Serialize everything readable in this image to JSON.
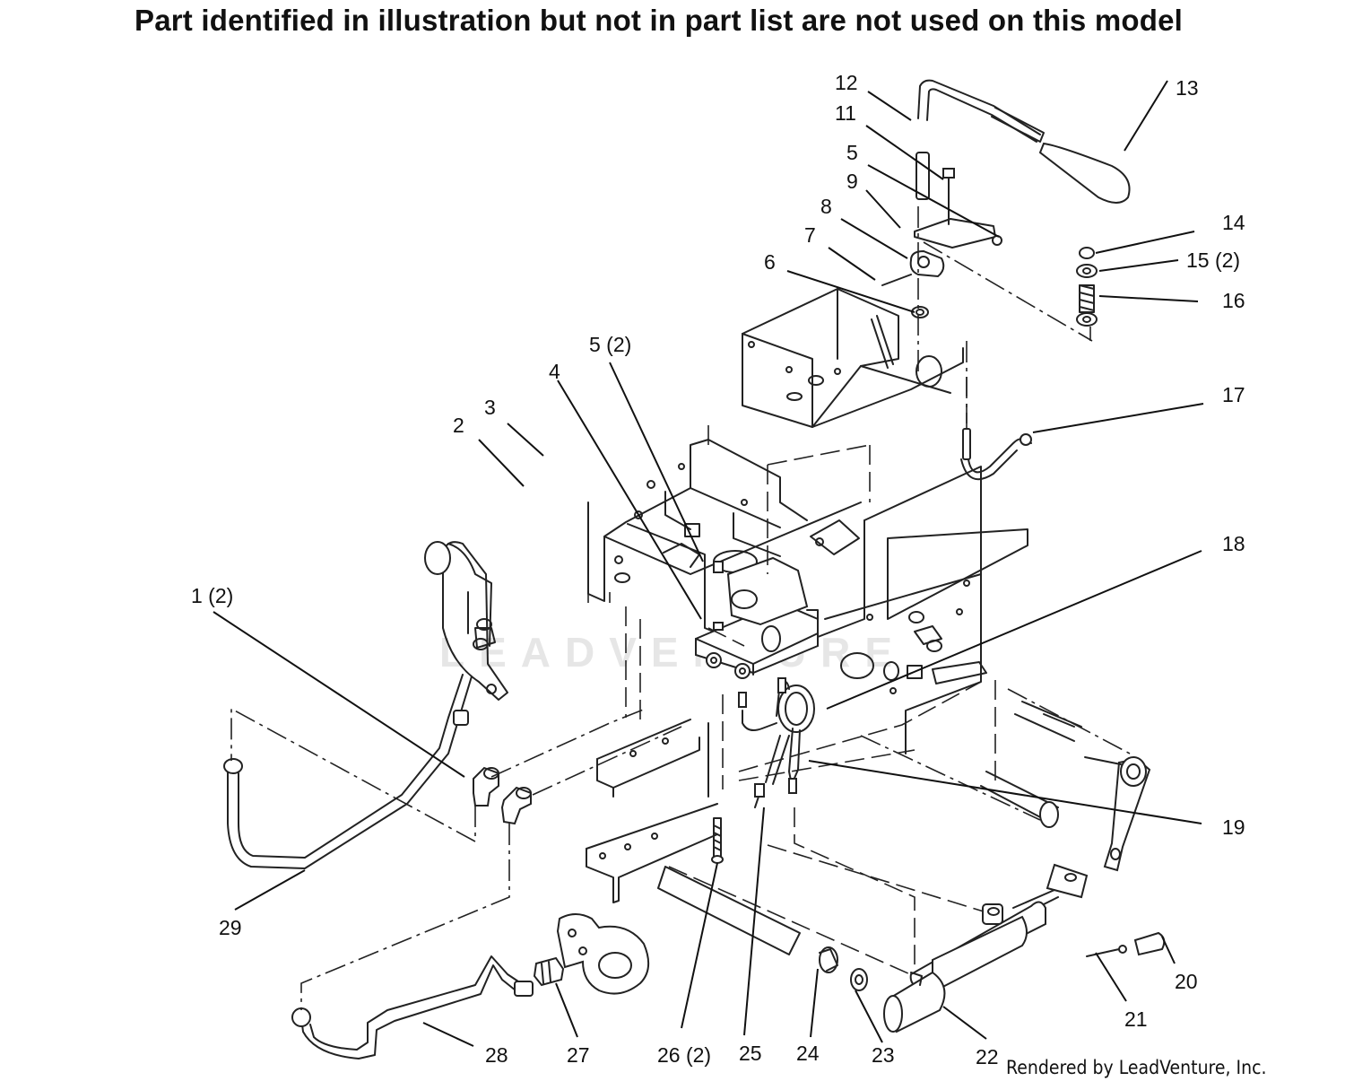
{
  "title": "Part identified in illustration but not in part list are not used on this model",
  "watermark": "LEADVENTURE",
  "credit": "Rendered by LeadVenture, Inc.",
  "callouts": [
    "1 (2)",
    "2",
    "3",
    "4",
    "5 (2)",
    "5",
    "6",
    "7",
    "8",
    "9",
    "11",
    "12",
    "13",
    "14",
    "15 (2)",
    "16",
    "17",
    "18",
    "19",
    "20",
    "21",
    "22",
    "23",
    "24",
    "25",
    "26 (2)",
    "27",
    "28",
    "29"
  ]
}
